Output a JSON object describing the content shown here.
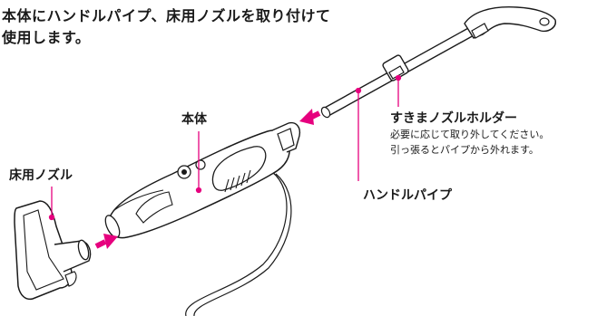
{
  "intro": {
    "line1": "本体にハンドルパイプ、床用ノズルを取り付けて",
    "line2": "使用します。"
  },
  "labels": {
    "body": "本体",
    "floor_nozzle": "床用ノズル",
    "nozzle_holder": "すきまノズルホルダー",
    "handle_pipe": "ハンドルパイプ"
  },
  "holder_note": {
    "line1": "必要に応じて取り外してください。",
    "line2": "引っ張るとパイプから外れます。"
  },
  "colors": {
    "accent": "#e6007e",
    "line": "#1a1a1a"
  }
}
